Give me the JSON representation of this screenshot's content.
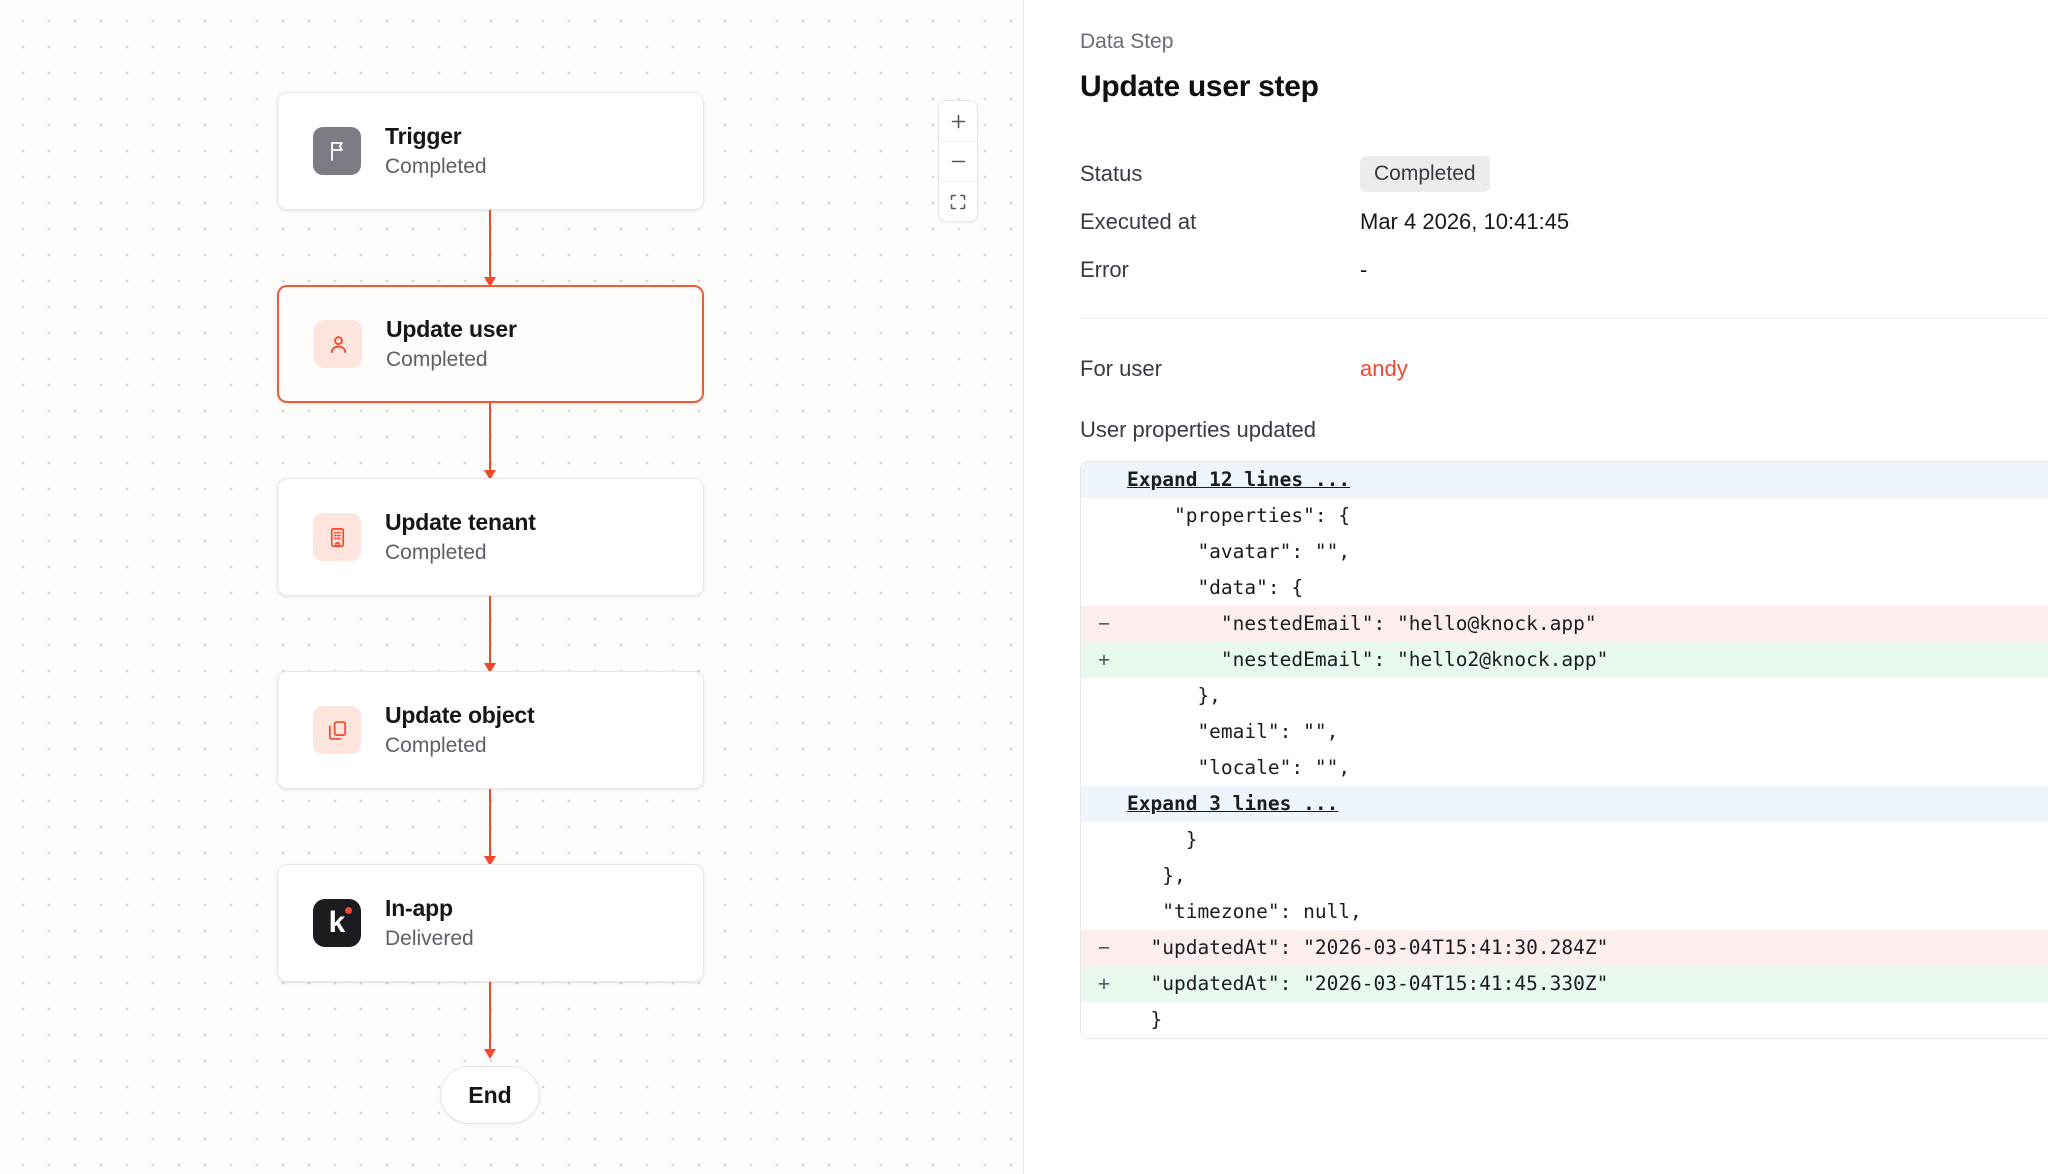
{
  "canvas": {
    "zoom_controls": {
      "zoom_in_label": "+",
      "zoom_out_label": "−",
      "fit_view_label": "fit-view"
    },
    "nodes": [
      {
        "title": "Trigger",
        "status": "Completed",
        "icon": "flag-icon",
        "selected": false
      },
      {
        "title": "Update user",
        "status": "Completed",
        "icon": "user-icon",
        "selected": true
      },
      {
        "title": "Update tenant",
        "status": "Completed",
        "icon": "building-icon",
        "selected": false
      },
      {
        "title": "Update object",
        "status": "Completed",
        "icon": "copy-icon",
        "selected": false
      },
      {
        "title": "In-app",
        "status": "Delivered",
        "icon": "knock-logo",
        "selected": false
      }
    ],
    "end_label": "End",
    "accent_color": "#f5472b"
  },
  "detail": {
    "eyebrow": "Data Step",
    "title": "Update user step",
    "fields": [
      {
        "label": "Status",
        "value": "Completed",
        "type": "badge"
      },
      {
        "label": "Executed at",
        "value": "Mar 4 2026, 10:41:45",
        "type": "text"
      },
      {
        "label": "Error",
        "value": "-",
        "type": "text"
      }
    ],
    "for_user": {
      "label": "For user",
      "value": "andy"
    },
    "properties_label": "User properties updated",
    "diff": [
      {
        "type": "expand",
        "marker": "",
        "text": "Expand 12 lines ..."
      },
      {
        "type": "ctx",
        "marker": "",
        "text": "    \"properties\": {"
      },
      {
        "type": "ctx",
        "marker": "",
        "text": "      \"avatar\": \"\","
      },
      {
        "type": "ctx",
        "marker": "",
        "text": "      \"data\": {"
      },
      {
        "type": "del",
        "marker": "−",
        "text": "        \"nestedEmail\": \"hello@knock.app\""
      },
      {
        "type": "add",
        "marker": "+",
        "text": "        \"nestedEmail\": \"hello2@knock.app\""
      },
      {
        "type": "ctx",
        "marker": "",
        "text": "      },"
      },
      {
        "type": "ctx",
        "marker": "",
        "text": "      \"email\": \"\","
      },
      {
        "type": "ctx",
        "marker": "",
        "text": "      \"locale\": \"\","
      },
      {
        "type": "expand",
        "marker": "",
        "text": "Expand 3 lines ..."
      },
      {
        "type": "ctx",
        "marker": "",
        "text": "     }"
      },
      {
        "type": "ctx",
        "marker": "",
        "text": "   },"
      },
      {
        "type": "ctx",
        "marker": "",
        "text": "   \"timezone\": null,"
      },
      {
        "type": "del",
        "marker": "−",
        "text": "  \"updatedAt\": \"2026-03-04T15:41:30.284Z\""
      },
      {
        "type": "add",
        "marker": "+",
        "text": "  \"updatedAt\": \"2026-03-04T15:41:45.330Z\""
      },
      {
        "type": "ctx",
        "marker": "",
        "text": "  }"
      }
    ]
  }
}
